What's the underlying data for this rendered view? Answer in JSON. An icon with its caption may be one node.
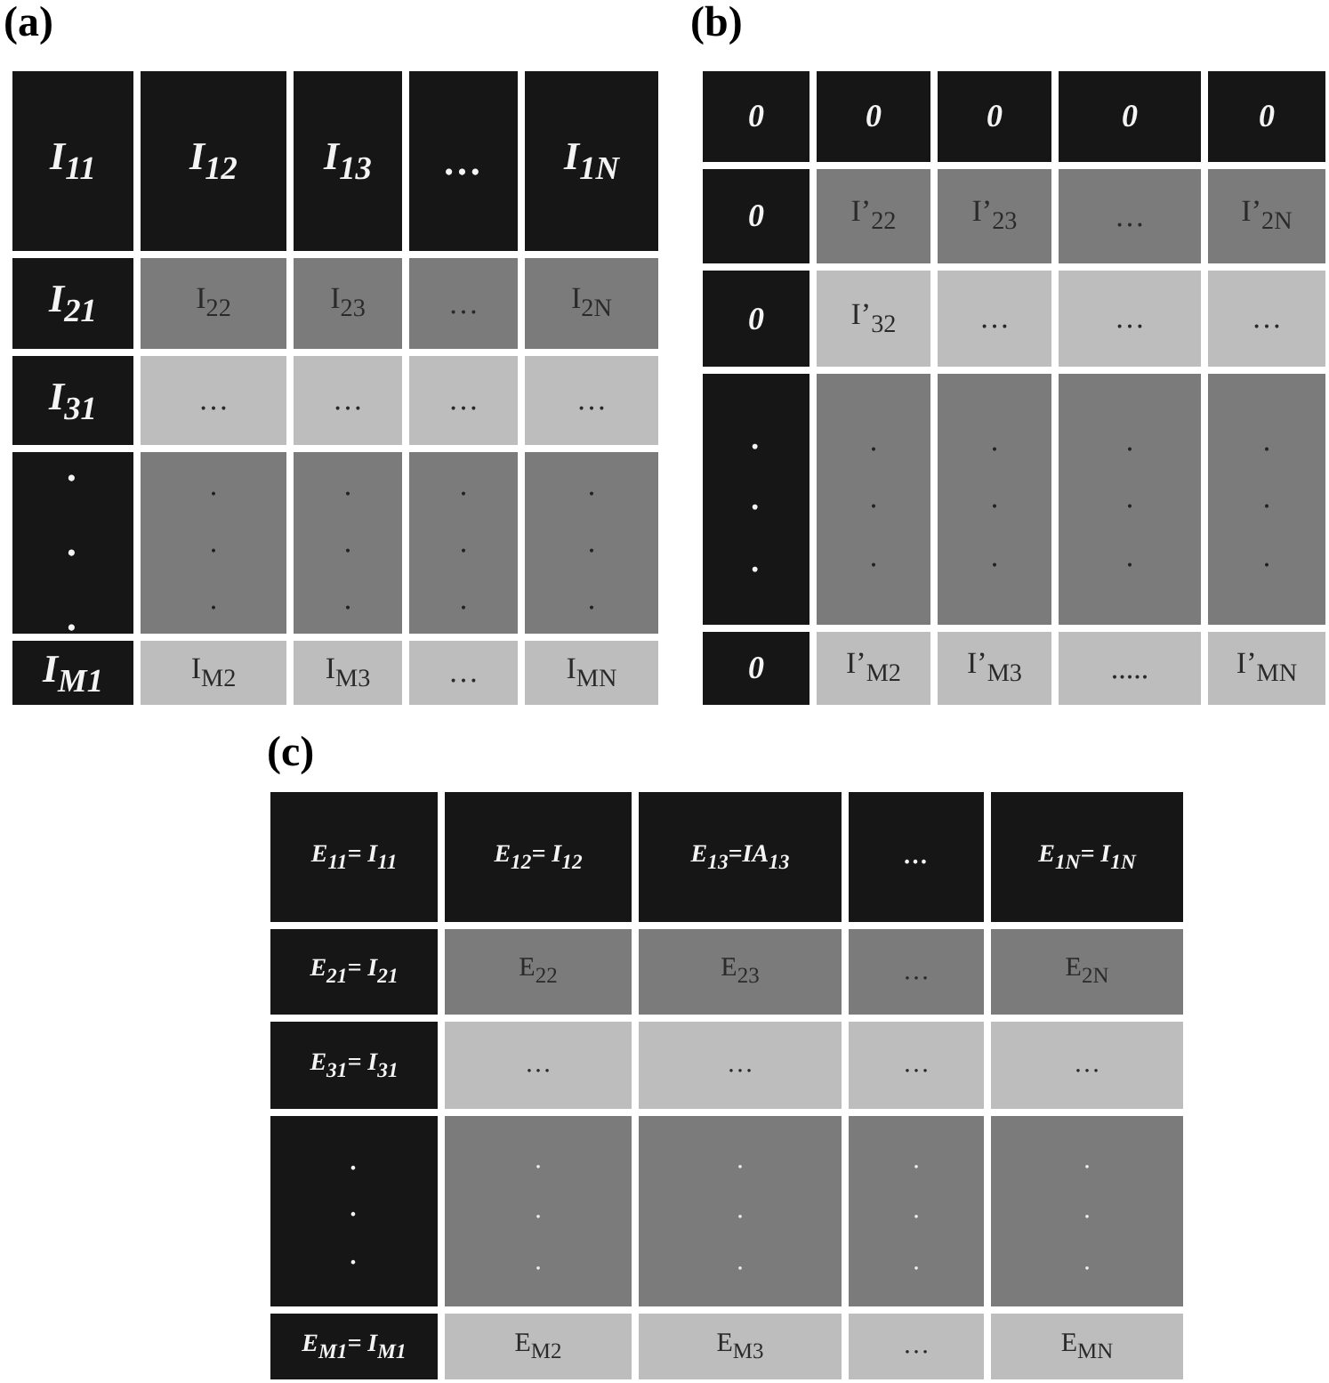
{
  "diagram": {
    "labels": [
      "(a)",
      "I$_{11}$",
      "I$_{12}$",
      "I$_{13}$",
      "…",
      "I$_{1N}$",
      "I$_{21}$",
      "I$_{22}$",
      "I$_{23}$",
      "…",
      "I$_{2N}$",
      "I$_{31}$",
      "…",
      "…",
      "…",
      "…",
      ". . .",
      ". . .",
      ". . .",
      ". . .",
      ". . .",
      "I$_{M1}$",
      "I$_{M2}$",
      "I$_{M3}$",
      "…",
      "I$_{MN}$",
      "(b)",
      "0",
      "0",
      "0",
      "0",
      "0",
      "0",
      "I’$_{22}$",
      "I’$_{23}$",
      "…",
      "I’$_{2N}$",
      "0",
      "I’$_{32}$",
      "…",
      "…",
      "…",
      ". . .",
      ". . .",
      ". . .",
      ". . .",
      ". . .",
      "0",
      "I’$_{M2}$",
      "I’$_{M3}$",
      ".....",
      "I’$_{MN}$",
      "(c)",
      "E$_{11}$= I$_{11}$",
      "E$_{12}$= I$_{12}$",
      "E$_{13}$=IA$_{13}$",
      "…",
      "E$_{1N}$= I$_{1N}$",
      "E$_{21}$= I$_{21}$",
      "E$_{22}$",
      "E$_{23}$",
      "…",
      "E$_{2N}$",
      "E$_{31}$= I$_{31}$",
      "…",
      "…",
      "…",
      "…",
      ". . .",
      ". . .",
      ". . .",
      ". . .",
      ". . .",
      "E$_{M1}$= I$_{M1}$",
      "E$_{M2}$",
      "E$_{M3}$",
      "…",
      "E$_{MN}$"
    ]
  }
}
